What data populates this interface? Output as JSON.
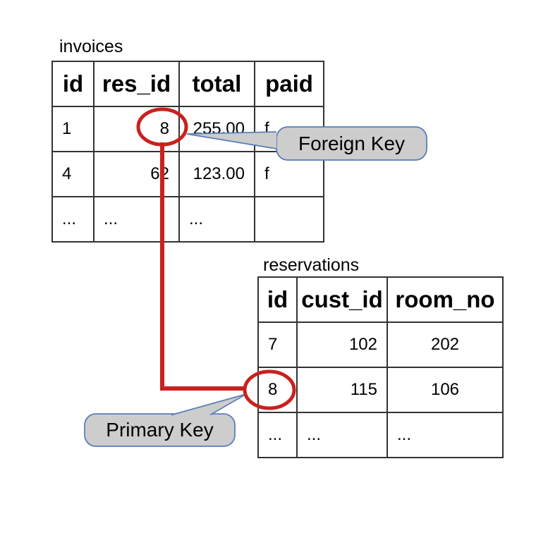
{
  "colors": {
    "red": "#c9211e",
    "callout_fill": "#cdcdcd",
    "callout_border": "#5b7fb5",
    "table_border": "#333333",
    "background": "#ffffff"
  },
  "invoices": {
    "title": "invoices",
    "columns": [
      "id",
      "res_id",
      "total",
      "paid"
    ],
    "rows": [
      [
        "1",
        "8",
        "255.00",
        "f"
      ],
      [
        "4",
        "62",
        "123.00",
        "f"
      ],
      [
        "...",
        "...",
        "...",
        ""
      ]
    ]
  },
  "reservations": {
    "title": "reservations",
    "columns": [
      "id",
      "cust_id",
      "room_no"
    ],
    "rows": [
      [
        "7",
        "102",
        "202"
      ],
      [
        "8",
        "115",
        "106"
      ],
      [
        "...",
        "...",
        "..."
      ]
    ]
  },
  "callouts": {
    "foreign_key": "Foreign Key",
    "primary_key": "Primary Key"
  }
}
